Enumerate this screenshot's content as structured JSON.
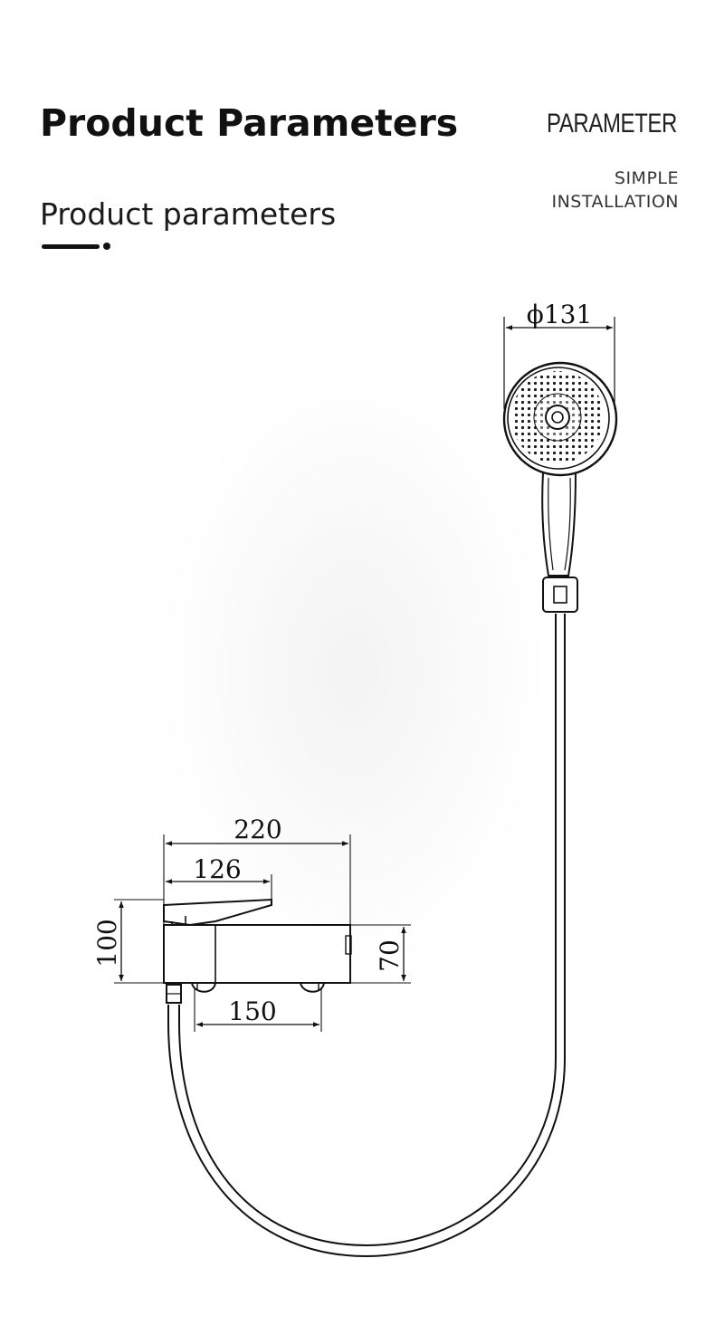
{
  "header": {
    "title": "Product Parameters",
    "tag": "PARAMETER",
    "tag_sub_line1": "SIMPLE",
    "tag_sub_line2": "INSTALLATION",
    "subtitle": "Product parameters"
  },
  "dimensions": {
    "head_diameter": "ϕ131",
    "overall_width": "220",
    "lever_length": "126",
    "overall_height": "100",
    "body_height": "70",
    "inlet_spacing": "150"
  },
  "colors": {
    "line": "#111111",
    "background": "#ffffff"
  }
}
